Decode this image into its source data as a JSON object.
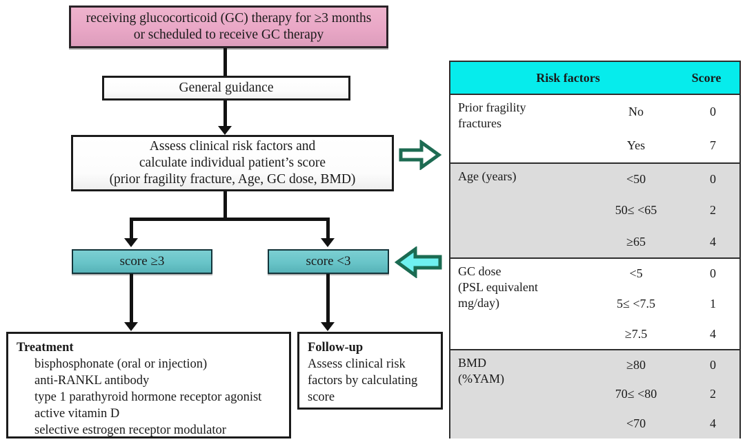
{
  "flow": {
    "start": {
      "lines": [
        "receiving glucocorticoid (GC) therapy for ≥3 months",
        "or scheduled to receive GC therapy"
      ]
    },
    "guidance": {
      "label": "General guidance"
    },
    "assess": {
      "lines": [
        "Assess clinical risk factors and",
        "calculate individual patient’s score",
        "(prior fragility fracture, Age, GC dose, BMD)"
      ]
    },
    "score_high": {
      "label": "score ≥3"
    },
    "score_low": {
      "label": "score <3"
    },
    "treatment": {
      "title": "Treatment",
      "items": [
        "bisphosphonate (oral or injection)",
        "anti-RANKL antibody",
        "type 1 parathyroid hormone receptor agonist",
        "active vitamin D",
        "selective estrogen receptor modulator"
      ]
    },
    "followup": {
      "title": "Follow-up",
      "lines": [
        "Assess clinical risk",
        "factors by calculating",
        "score"
      ]
    }
  },
  "table": {
    "header": {
      "risk_factors": "Risk factors",
      "score": "Score"
    },
    "groups": [
      {
        "label_lines": [
          "Prior fragility",
          "fractures"
        ],
        "shaded": false,
        "rows": [
          {
            "range": "No",
            "score": "0"
          },
          {
            "range": "Yes",
            "score": "7"
          }
        ]
      },
      {
        "label_lines": [
          "Age (years)"
        ],
        "shaded": true,
        "rows": [
          {
            "range": "<50",
            "score": "0"
          },
          {
            "range": "50≤ <65",
            "score": "2"
          },
          {
            "range": "≥65",
            "score": "4"
          }
        ]
      },
      {
        "label_lines": [
          "GC dose",
          "(PSL equivalent",
          "mg/day)"
        ],
        "shaded": false,
        "rows": [
          {
            "range": "<5",
            "score": "0"
          },
          {
            "range": "5≤ <7.5",
            "score": "1"
          },
          {
            "range": "≥7.5",
            "score": "4"
          }
        ]
      },
      {
        "label_lines": [
          "BMD",
          "(%YAM)"
        ],
        "shaded": true,
        "rows": [
          {
            "range": "≥80",
            "score": "0"
          },
          {
            "range": "70≤ <80",
            "score": "2"
          },
          {
            "range": "<70",
            "score": "4"
          }
        ]
      }
    ]
  },
  "arrows": {
    "to_table": {
      "name": "arrow-right-to-table",
      "outline_color": "#1d6b52",
      "fill_color": "#ffffff"
    },
    "from_table": {
      "name": "arrow-left-from-table",
      "outline_color": "#1d6b52",
      "fill_color": "#6ff0f0"
    }
  }
}
